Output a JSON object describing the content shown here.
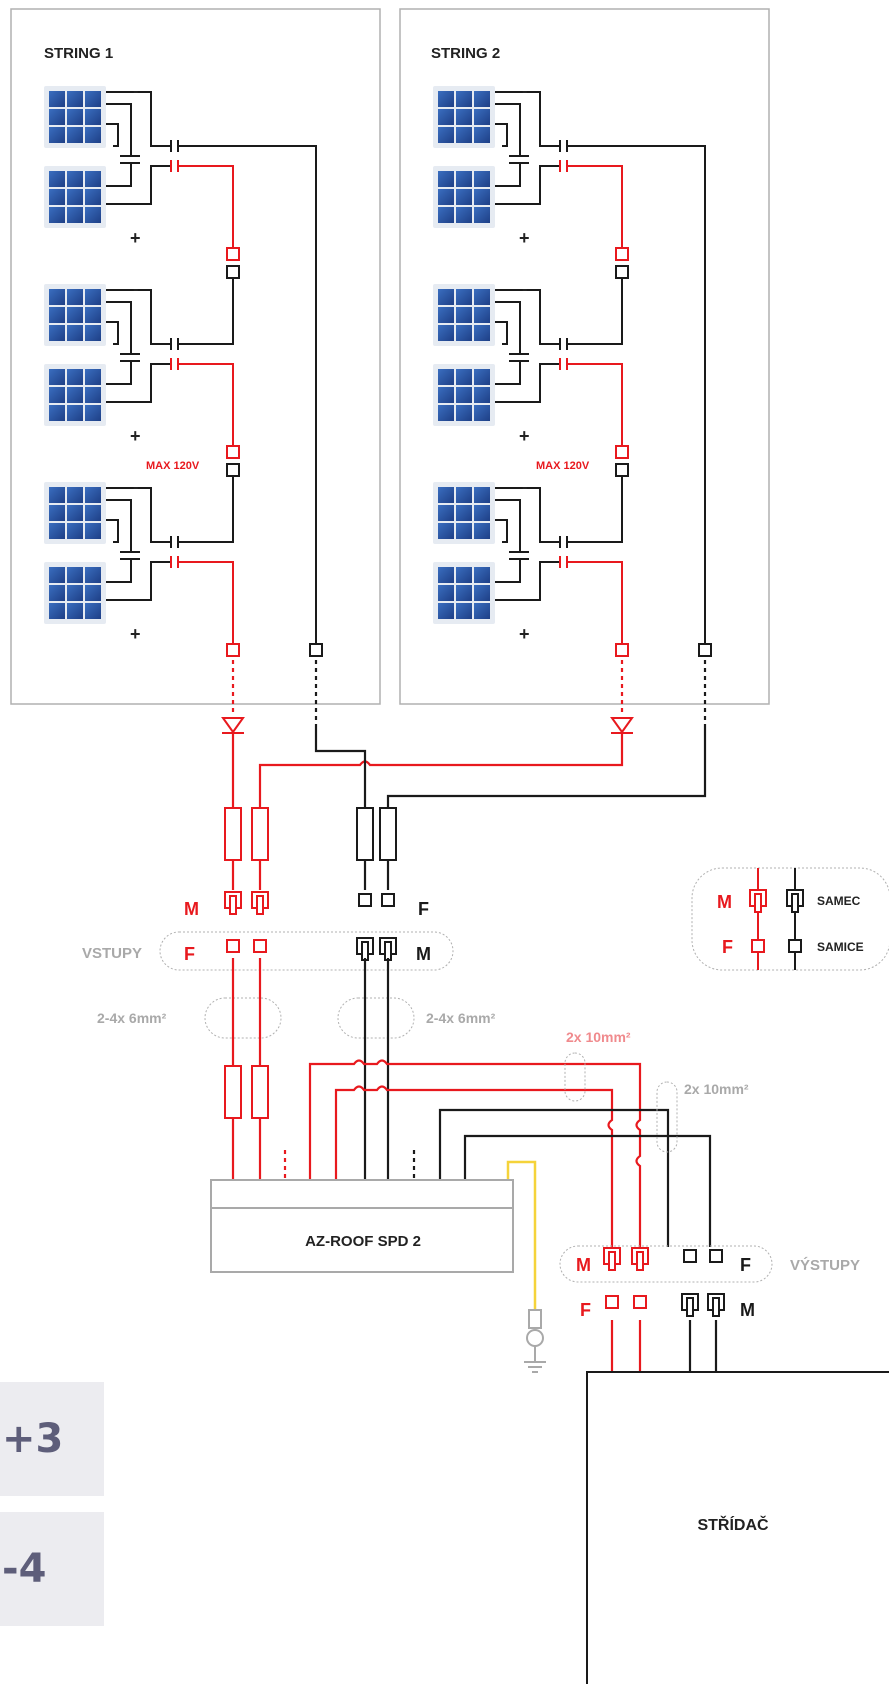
{
  "strings": [
    {
      "title": "STRING 1",
      "max_label": "MAX 120V"
    },
    {
      "title": "STRING 2",
      "max_label": "MAX 120V"
    }
  ],
  "panel_polarity": {
    "minus": "-",
    "plus": "+"
  },
  "inputs": {
    "label": "VSTUPY",
    "red_upper": "M",
    "red_lower": "F",
    "black_upper": "F",
    "black_lower": "M",
    "cable_left": "2-4x 6mm²",
    "cable_right": "2-4x 6mm²"
  },
  "cables_output": {
    "red": "2x 10mm²",
    "black": "2x 10mm²"
  },
  "spd": {
    "label": "AZ-ROOF SPD 2"
  },
  "outputs": {
    "label": "VÝSTUPY",
    "red_upper": "M",
    "red_lower": "F",
    "black_upper": "F",
    "black_lower": "M"
  },
  "legend": {
    "male_letter": "M",
    "female_letter": "F",
    "male_label": "SAMEC",
    "female_label": "SAMICE"
  },
  "inverter": {
    "label": "STŘÍDAČ"
  },
  "side_tabs": [
    "+3",
    "-4"
  ],
  "colors": {
    "red": "#e8191e",
    "black": "#1a1a1a",
    "yellow": "#f5d33a",
    "gray": "#b0b0b0",
    "panel": "#2b55a6"
  }
}
